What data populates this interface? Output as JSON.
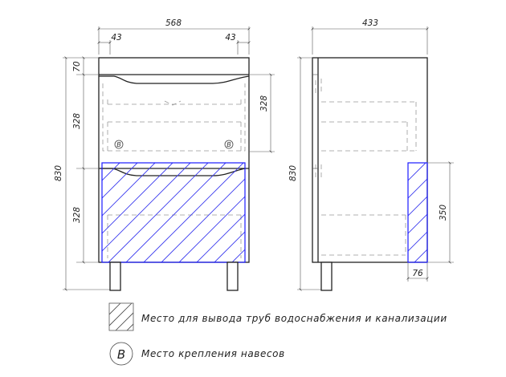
{
  "front_view": {
    "dim_total_width": "568",
    "dim_left_offset": "43",
    "dim_right_offset": "43",
    "dim_total_height": "830",
    "dim_top_panel": "70",
    "dim_drawer_upper": "328",
    "dim_drawer_lower": "328",
    "dim_drawer_right": "328",
    "mount_mark_left": "B",
    "mount_mark_right": "B"
  },
  "side_view": {
    "dim_depth": "433",
    "dim_height": "830",
    "dim_pipe_zone_height": "350",
    "dim_pipe_zone_width": "76"
  },
  "legend": {
    "pipe_zone_label": "Место для вывода труб водоснабжения и канализации",
    "mount_symbol": "B",
    "mount_label": "Место крепления навесов"
  },
  "colors": {
    "pipe_zone": "#1a1aff",
    "outline": "#222222"
  }
}
